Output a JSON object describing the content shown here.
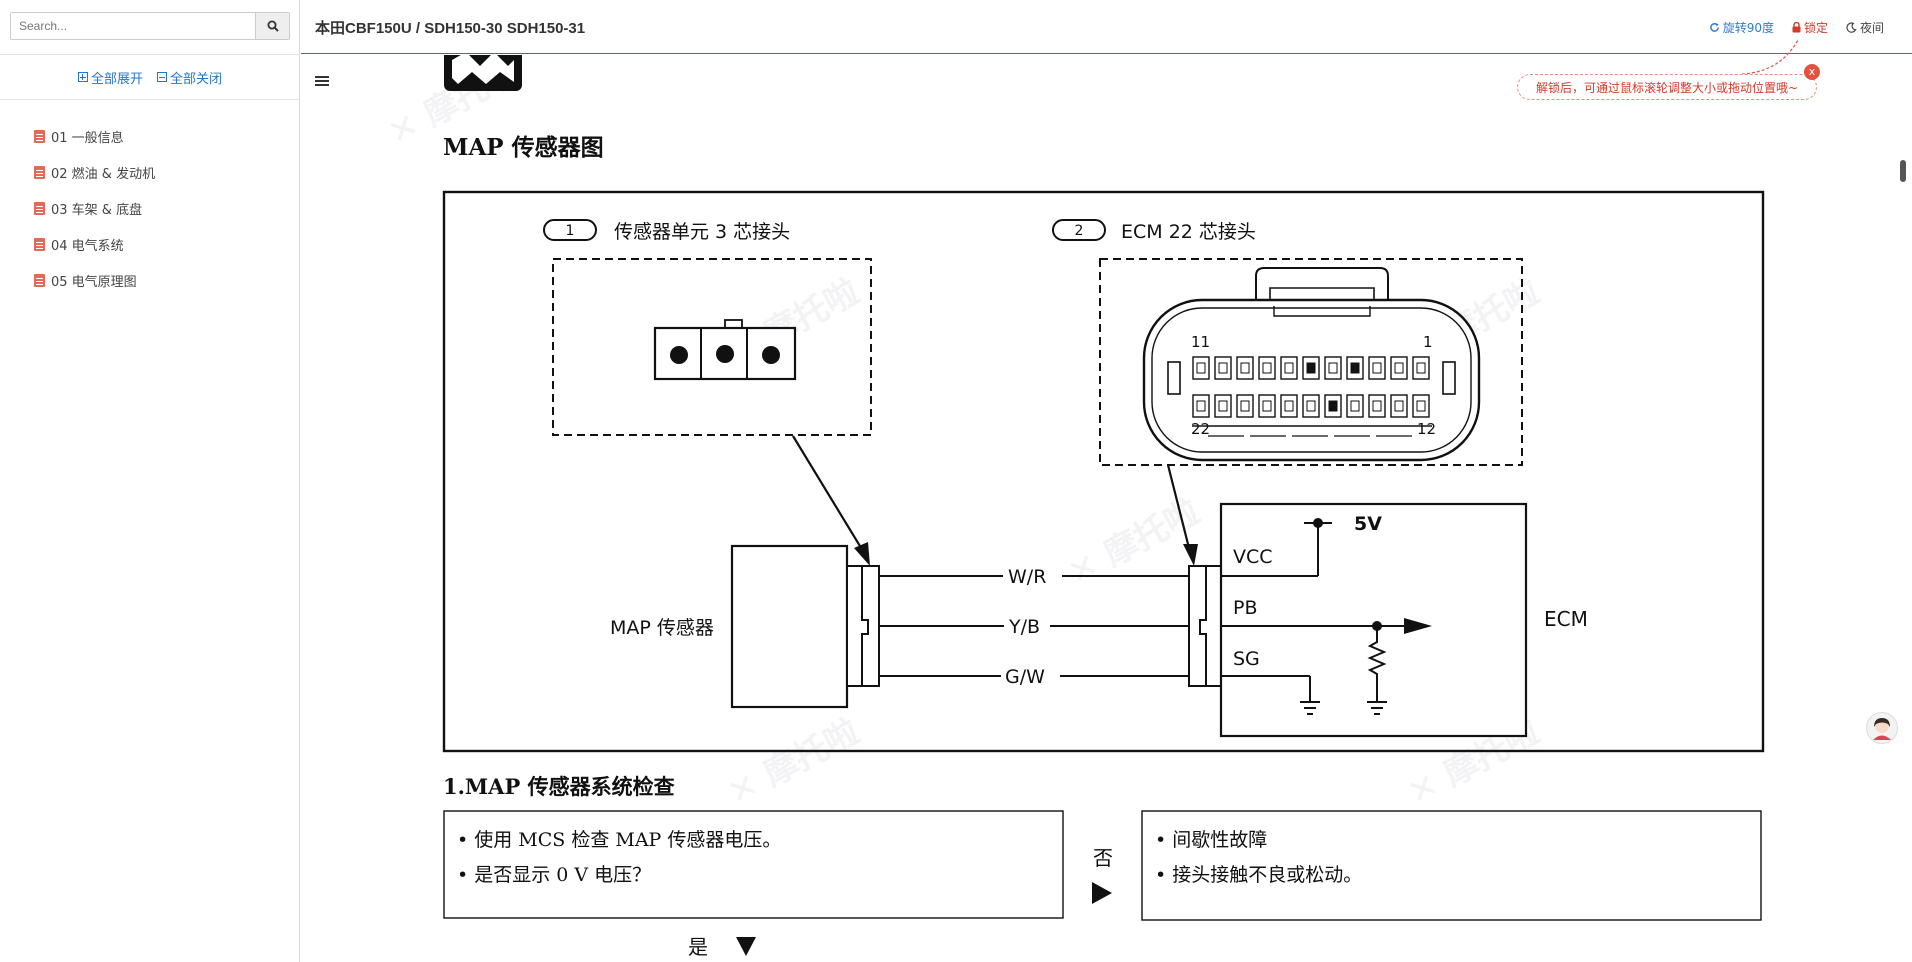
{
  "sidebar": {
    "search": {
      "placeholder": "Search..."
    },
    "expand_all": "全部展开",
    "collapse_all": "全部关闭",
    "items": [
      {
        "label": "01 一般信息"
      },
      {
        "label": "02 燃油 & 发动机"
      },
      {
        "label": "03 车架 & 底盘"
      },
      {
        "label": "04 电气系统"
      },
      {
        "label": "05 电气原理图"
      }
    ]
  },
  "header": {
    "title": "本田CBF150U / SDH150-30 SDH150-31",
    "rotate": "旋转90度",
    "lock": "锁定",
    "night": "夜间"
  },
  "hint": {
    "text": "解锁后，可通过鼠标滚轮调整大小或拖动位置哦~",
    "close": "x"
  },
  "content": {
    "section_title": "MAP 传感器图",
    "connector1": {
      "num": "1",
      "label": "传感器单元 3 芯接头"
    },
    "connector2": {
      "num": "2",
      "label": "ECM 22 芯接头"
    },
    "pin_labels": {
      "tl": "11",
      "tr": "1",
      "bl": "22",
      "br": "12"
    },
    "sensor_label": "MAP 传感器",
    "wires": [
      "W/R",
      "Y/B",
      "G/W"
    ],
    "ecm_pins": [
      "VCC",
      "PB",
      "SG"
    ],
    "voltage": "5V",
    "ecm_label": "ECM",
    "check_title": "1.MAP 传感器系统检查",
    "check_left": [
      "• 使用 MCS 检查 MAP 传感器电压。",
      "• 是否显示 0 V 电压？"
    ],
    "check_right": [
      "• 间歇性故障",
      "• 接头接触不良或松动。"
    ],
    "no_label": "否",
    "yes_label": "是"
  },
  "colors": {
    "accent": "#2f7bd1",
    "danger": "#d43a2a",
    "header_border": "#3b6ea5"
  }
}
